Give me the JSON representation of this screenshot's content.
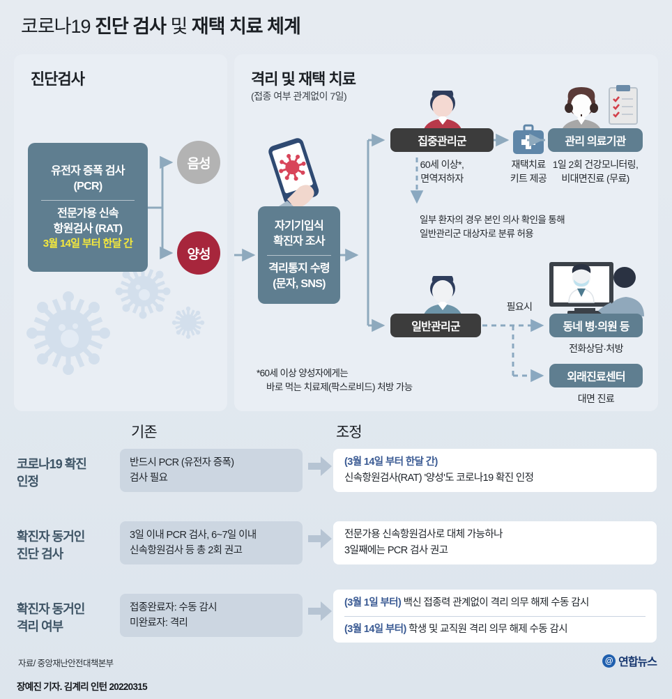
{
  "header": {
    "title_light": "코로나19 ",
    "title_bold1": "진단 검사 ",
    "title_light2": "및 ",
    "title_bold2": "재택 치료 체계"
  },
  "left_panel": {
    "heading": "진단검사",
    "test_box": {
      "line1": "유전자 증폭 검사",
      "line2": "(PCR)",
      "line3": "전문가용 신속",
      "line4": "항원검사 (RAT)",
      "highlight": "3월 14일 부터 한달 간"
    },
    "negative_label": "음성",
    "positive_label": "양성"
  },
  "right_panel": {
    "heading": "격리 및 재택 치료",
    "subheading": "(접종 여부 관계없이 7일)",
    "self_report_box": {
      "line1": "자기기입식",
      "line2": "확진자 조사",
      "line3": "격리통지 수령",
      "line4": "(문자, SNS)"
    },
    "intensive_group": {
      "tag": "집중관리군",
      "caption_line1": "60세 이상*,",
      "caption_line2": "면역저하자"
    },
    "kit": {
      "caption_line1": "재택치료",
      "caption_line2": "키트 제공"
    },
    "managing_institution": {
      "tag": "관리 의료기관",
      "caption_line1": "1일 2회 건강모니터링,",
      "caption_line2": "비대면진료 (무료)"
    },
    "reclassify_note_line1": "일부 환자의 경우 본인 의사 확인을 통해",
    "reclassify_note_line2": "일반관리군 대상자로 분류 허용",
    "general_group": {
      "tag": "일반관리군"
    },
    "if_needed_label": "필요시",
    "local_clinic": {
      "tag": "동네 병·의원 등",
      "caption": "전화상담·처방"
    },
    "outpatient_center": {
      "tag": "외래진료센터",
      "caption": "대면 진료"
    },
    "footnote_line1": "*60세 이상 양성자에게는",
    "footnote_line2": "바로 먹는 치료제(팍스로비드) 처방 가능"
  },
  "comparison": {
    "col_old": "기존",
    "col_new": "조정",
    "rows": [
      {
        "label_line1": "코로나19 확진",
        "label_line2": "인정",
        "old": [
          "반드시 PCR (유전자 증폭)",
          "검사 필요"
        ],
        "new_accent": "(3월 14일 부터 한달 간)",
        "new": [
          "신속항원검사(RAT) '양성'도 코로나19 확진 인정"
        ]
      },
      {
        "label_line1": "확진자 동거인",
        "label_line2": "진단 검사",
        "old": [
          "3일 이내 PCR 검사, 6~7일 이내",
          "신속항원검사 등 총 2회 권고"
        ],
        "new_accent": "",
        "new": [
          "전문가용 신속항원검사로 대체 가능하나",
          "3일째에는 PCR 검사 권고"
        ]
      },
      {
        "label_line1": "확진자 동거인",
        "label_line2": "격리 여부",
        "old": [
          "접종완료자: 수동 감시",
          "미완료자: 격리"
        ],
        "new_accent": "",
        "new_split": [
          {
            "accent": "(3월 1일 부터)",
            "rest": " 백신 접종력 관계없이 격리 의무 해제 수동 감시"
          },
          {
            "accent": "(3월 14일 부터)",
            "rest": " 학생 및 교직원 격리 의무 해제 수동 감시"
          }
        ]
      }
    ]
  },
  "footer": {
    "source": "자료/ 중앙재난안전대책본부",
    "logo_text": "연합뉴스",
    "credit": "장예진 기자. 김계리 인턴  20220315"
  },
  "colors": {
    "slate": "#5f7e90",
    "dark_tag": "#3c3c3c",
    "positive": "#a7263c",
    "negative": "#b3b3b3",
    "accent_blue": "#3a5a93",
    "highlight_yellow": "#f5e93c",
    "panel_bg": "#e9eef4",
    "old_box": "#ccd6e1"
  }
}
